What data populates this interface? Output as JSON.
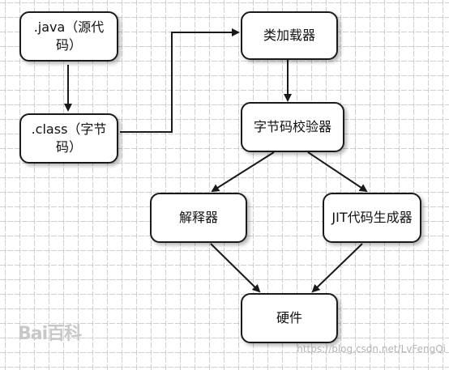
{
  "diagram": {
    "nodes": {
      "java_source": ".java（源代码）",
      "class_bytecode": ".class（字节码）",
      "class_loader": "类加载器",
      "bytecode_verifier": "字节码校验器",
      "interpreter": "解释器",
      "jit_generator": "JIT代码生成器",
      "hardware": "硬件"
    }
  },
  "watermarks": {
    "baidu": "Bai百科",
    "url": "https://blog.csdn.net/LvFengQi"
  },
  "colors": {
    "stroke": "#1a1a1a",
    "grid": "#aaaaaa",
    "watermark": "#bdbdbd"
  }
}
